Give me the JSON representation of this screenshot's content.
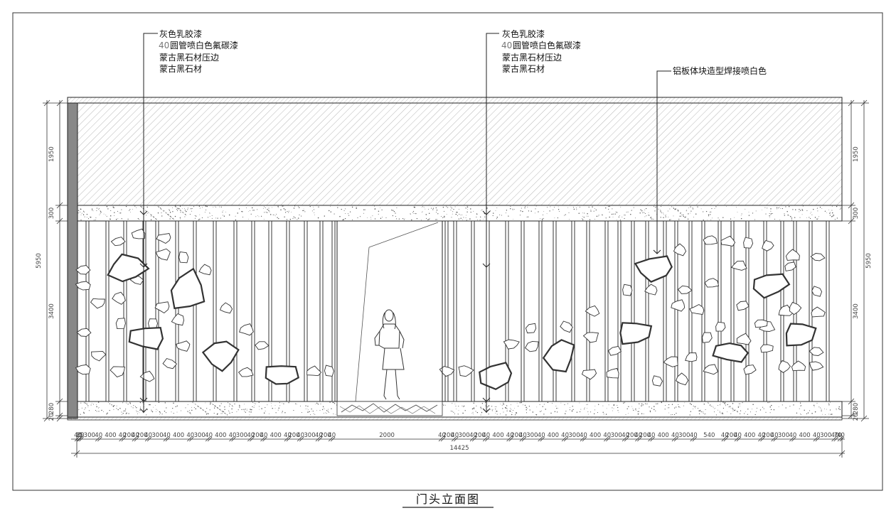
{
  "title": "门头立面图",
  "callouts": {
    "left": [
      "灰色乳胶漆",
      "40",
      "圆管喷白色氟碳漆",
      "蒙古黑石材压边",
      "蒙古黑石材"
    ],
    "middle": [
      "灰色乳胶漆",
      "40",
      "圆管喷白色氟碳漆",
      "蒙古黑石材压边",
      "蒙古黑石材"
    ],
    "right": "铝板体块造型焊接喷白色"
  },
  "dims_left": [
    "1950",
    "300",
    "5950",
    "3400",
    "280",
    "20"
  ],
  "dims_right": [
    "1950",
    "300",
    "5950",
    "3400",
    "280",
    "20"
  ],
  "bottom_dims": [
    "40",
    "15",
    "30",
    "300",
    "40",
    "400",
    "40",
    "200",
    "40",
    "200",
    "40",
    "300",
    "40",
    "400",
    "40",
    "300",
    "40",
    "400",
    "40",
    "300",
    "40",
    "200",
    "40",
    "400",
    "40",
    "200",
    "40",
    "300",
    "40",
    "200",
    "40",
    "2000",
    "40",
    "200",
    "40",
    "300",
    "40",
    "200",
    "40",
    "400",
    "40",
    "200",
    "40",
    "300",
    "40",
    "400",
    "40",
    "300",
    "40",
    "400",
    "40",
    "300",
    "40",
    "200",
    "40",
    "200",
    "40",
    "400",
    "40",
    "300",
    "40",
    "540",
    "40",
    "200",
    "40",
    "400",
    "40",
    "200",
    "40",
    "300",
    "40",
    "400",
    "40",
    "300",
    "40",
    "70",
    "40"
  ],
  "total_width": "14425",
  "colors": {
    "line": "#222222",
    "hatch": "#9a9a9a",
    "speckle": "#555555",
    "rock": "#333333"
  }
}
